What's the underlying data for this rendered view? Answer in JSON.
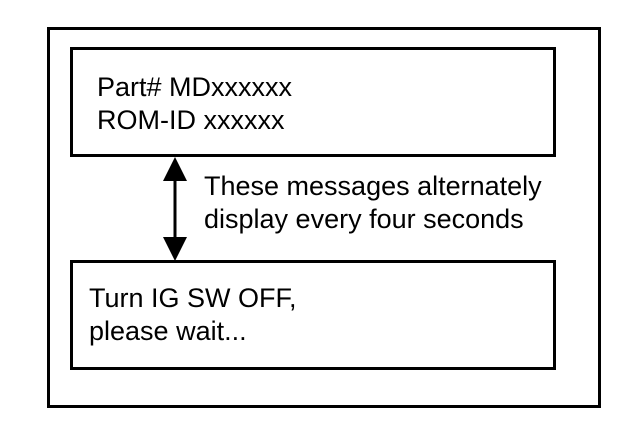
{
  "screens": [
    {
      "lines": [
        "Part# MDxxxxxx",
        "ROM-ID xxxxxx"
      ]
    },
    {
      "lines": [
        "Turn IG SW OFF,",
        "please wait..."
      ]
    }
  ],
  "note": {
    "lines": [
      "These messages alternately",
      "display every four seconds"
    ]
  },
  "colors": {
    "ink": "#000000",
    "background": "#ffffff"
  }
}
